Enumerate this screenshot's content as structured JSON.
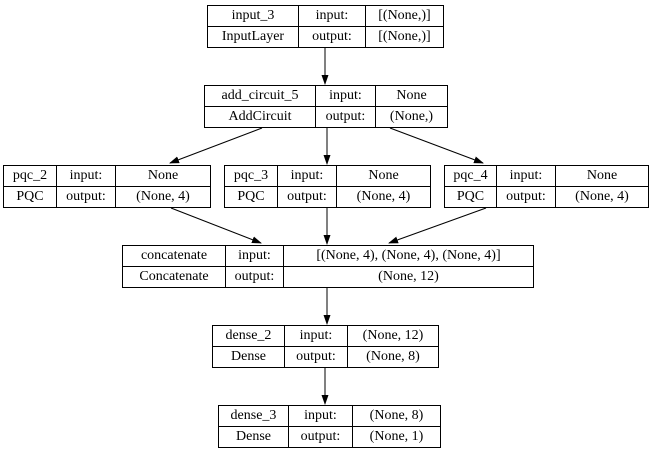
{
  "diagram": {
    "background_color": "#ffffff",
    "border_color": "#000000",
    "text_color": "#000000",
    "kind": "keras-model-graph"
  },
  "nodes": [
    {
      "name": "input_3",
      "type": "InputLayer",
      "input_label": "input:",
      "output_label": "output:",
      "input_value": "[(None,)]",
      "output_value": "[(None,)]"
    },
    {
      "name": "add_circuit_5",
      "type": "AddCircuit",
      "input_label": "input:",
      "output_label": "output:",
      "input_value": "None",
      "output_value": "(None,)"
    },
    {
      "name": "pqc_2",
      "type": "PQC",
      "input_label": "input:",
      "output_label": "output:",
      "input_value": "None",
      "output_value": "(None, 4)"
    },
    {
      "name": "pqc_3",
      "type": "PQC",
      "input_label": "input:",
      "output_label": "output:",
      "input_value": "None",
      "output_value": "(None, 4)"
    },
    {
      "name": "pqc_4",
      "type": "PQC",
      "input_label": "input:",
      "output_label": "output:",
      "input_value": "None",
      "output_value": "(None, 4)"
    },
    {
      "name": "concatenate",
      "type": "Concatenate",
      "input_label": "input:",
      "output_label": "output:",
      "input_value": "[(None, 4), (None, 4), (None, 4)]",
      "output_value": "(None, 12)"
    },
    {
      "name": "dense_2",
      "type": "Dense",
      "input_label": "input:",
      "output_label": "output:",
      "input_value": "(None, 12)",
      "output_value": "(None, 8)"
    },
    {
      "name": "dense_3",
      "type": "Dense",
      "input_label": "input:",
      "output_label": "output:",
      "input_value": "(None, 8)",
      "output_value": "(None, 1)"
    }
  ],
  "edges": [
    {
      "from": "input_3",
      "to": "add_circuit_5"
    },
    {
      "from": "add_circuit_5",
      "to": "pqc_2"
    },
    {
      "from": "add_circuit_5",
      "to": "pqc_3"
    },
    {
      "from": "add_circuit_5",
      "to": "pqc_4"
    },
    {
      "from": "pqc_2",
      "to": "concatenate"
    },
    {
      "from": "pqc_3",
      "to": "concatenate"
    },
    {
      "from": "pqc_4",
      "to": "concatenate"
    },
    {
      "from": "concatenate",
      "to": "dense_2"
    },
    {
      "from": "dense_2",
      "to": "dense_3"
    }
  ]
}
